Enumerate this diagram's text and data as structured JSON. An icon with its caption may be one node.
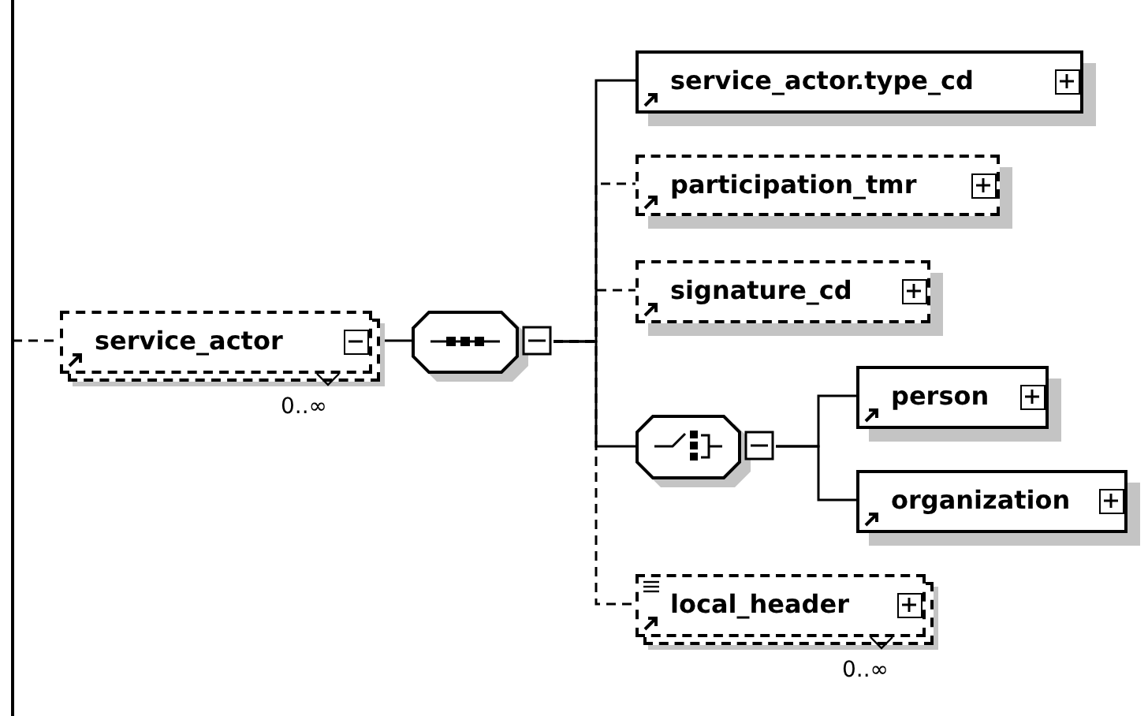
{
  "diagram": {
    "nodes": [
      {
        "text": [
          "service_actor"
        ],
        "beside": [
          "0..∞"
        ]
      },
      {
        "text": [],
        "shape": "octagon"
      },
      {
        "text": [
          "service_actor.type_cd"
        ]
      },
      {
        "text": [
          "participation_tmr"
        ]
      },
      {
        "text": [
          "signature_cd"
        ]
      },
      {
        "text": [],
        "shape": "octagon"
      },
      {
        "text": [
          "person"
        ]
      },
      {
        "text": [
          "organization"
        ]
      },
      {
        "text": [
          "local_header"
        ],
        "beside": [
          "0..∞"
        ]
      }
    ],
    "edges": [
      {
        "from": null,
        "to": 0,
        "arrow": "none",
        "style": "dashed"
      },
      {
        "from": 0,
        "to": 1,
        "arrow": "none"
      },
      {
        "from": 1,
        "to": 2,
        "arrow": "none"
      },
      {
        "from": 1,
        "to": 3,
        "arrow": "none",
        "style": "dashed"
      },
      {
        "from": 1,
        "to": 4,
        "arrow": "none",
        "style": "dashed"
      },
      {
        "from": 1,
        "to": 5,
        "arrow": "none"
      },
      {
        "from": 1,
        "to": 8,
        "arrow": "none",
        "style": "dashed"
      },
      {
        "from": 5,
        "to": 6,
        "arrow": "none"
      },
      {
        "from": 5,
        "to": 7,
        "arrow": "none"
      }
    ]
  }
}
